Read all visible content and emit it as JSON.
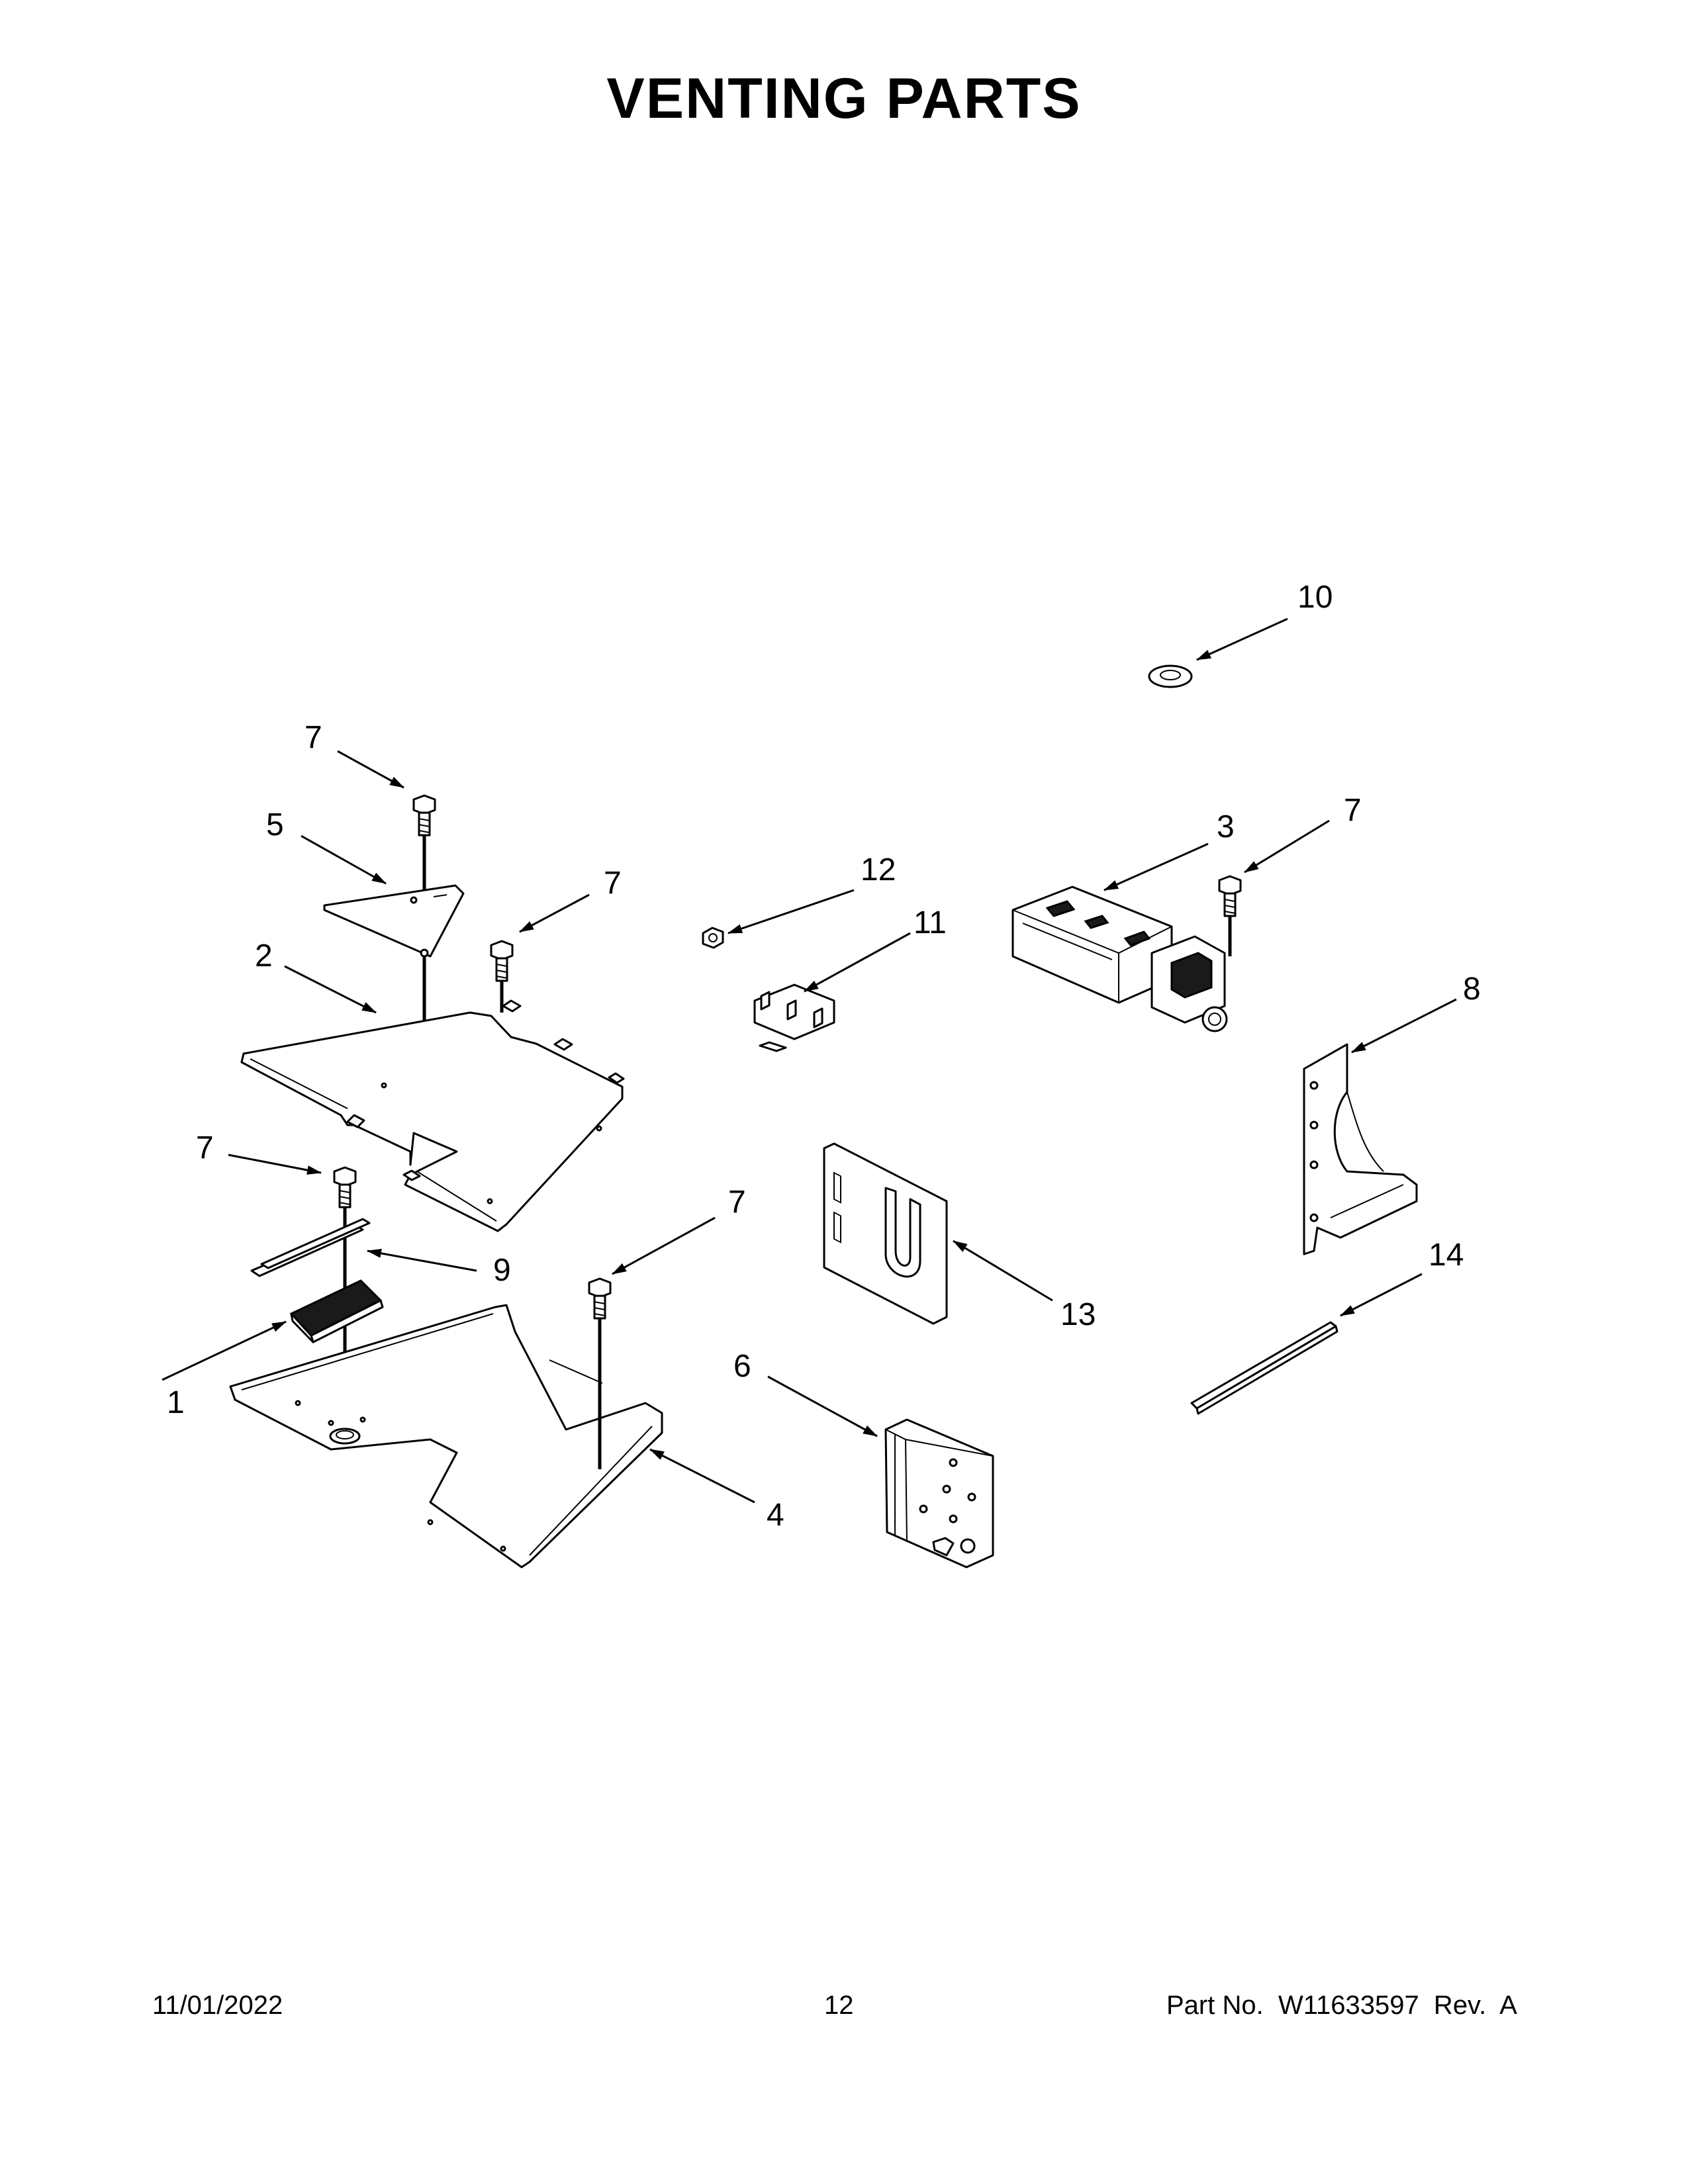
{
  "title": "VENTING PARTS",
  "footer": {
    "date": "11/01/2022",
    "page": "12",
    "part_no": "Part No.  W11633597  Rev.  A"
  },
  "callouts": {
    "c1": "1",
    "c2": "2",
    "c3": "3",
    "c4": "4",
    "c5": "5",
    "c6": "6",
    "c7a": "7",
    "c7b": "7",
    "c7c": "7",
    "c7d": "7",
    "c7e": "7",
    "c8": "8",
    "c9": "9",
    "c10": "10",
    "c11": "11",
    "c12": "12",
    "c13": "13",
    "c14": "14"
  }
}
